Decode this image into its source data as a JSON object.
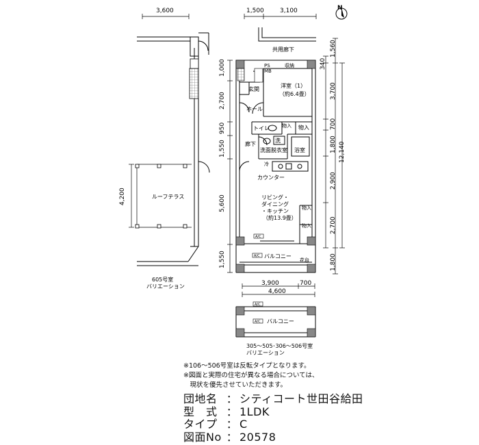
{
  "north": {
    "label": "N"
  },
  "dimensions": {
    "top_left": "3,600",
    "top_a": "1,500",
    "top_b": "3,100",
    "left_col": [
      "1,000",
      "2,700",
      "950",
      "1,550",
      "5,600",
      "1,550"
    ],
    "left_4200": "4,200",
    "right_col": [
      "1,560",
      "340",
      "3,700",
      "700",
      "1,800",
      "2,900",
      "2,700",
      "1,800"
    ],
    "right_total": "12,140",
    "bottom_a": "3,900",
    "bottom_b": "700",
    "bottom_total": "4,600"
  },
  "rooms": {
    "corridor": "共用廊下",
    "pipe_space": "PS",
    "meter_box": "MB",
    "storage_top": "収納",
    "entrance": "玄関",
    "western_room": "洋室（1）",
    "western_room_size": "（約6.4畳）",
    "hall": "ホール",
    "toilet": "トイレ",
    "storage": "物入",
    "hallway": "廊下",
    "wash_label": "洗",
    "washroom": "洗面脱衣室",
    "bathroom": "浴室",
    "fridge": "冷",
    "counter": "カウンター",
    "ldk_line1": "リビング・",
    "ldk_line2": "ダイニング",
    "ldk_line3": "・キッチン",
    "ldk_size": "（約13.9畳）",
    "ac": "A/C",
    "balcony": "バルコニー",
    "flower_bed": "花台",
    "roof_terrace": "ルーフテラス"
  },
  "variations": {
    "v605_line1": "605号室",
    "v605_line2": "バリエーション",
    "v305_balcony": "バルコニー",
    "v305_line1": "305〜505･306〜506号室",
    "v305_line2": "バリエーション"
  },
  "notes": [
    "※106〜506号室は反転タイプとなります。",
    "※図面と実際の住宅が異なる場合については、",
    "　現状を優先させていただきます。"
  ],
  "info": {
    "complex_key": "団地名",
    "complex_value": "シティコート世田谷給田",
    "type_key": "型　式",
    "type_value": "1LDK",
    "typeb_key": "タイプ",
    "typeb_value": "C",
    "drawing_key": "図面No",
    "drawing_value": "20578",
    "colon": "："
  }
}
